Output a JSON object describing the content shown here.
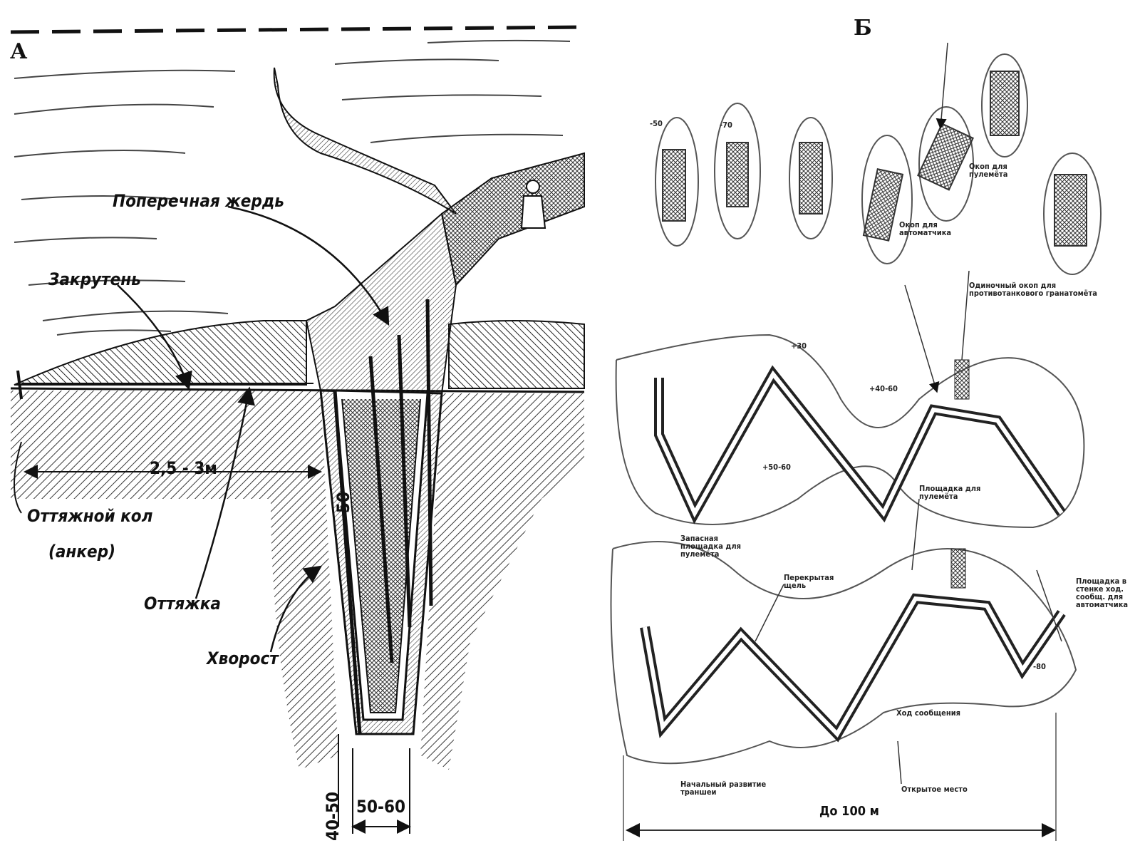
{
  "panel_a": {
    "letter": "А",
    "labels": {
      "cross_pole": "Поперечная жердь",
      "twist": "Закрутень",
      "width_dim": "2,5 - 3м",
      "anchor_line1": "Оттяжной кол",
      "anchor_line2": "(анкер)",
      "guy": "Оттяжка",
      "brushwood": "Хворост",
      "depth_50": "50",
      "bottom_depth": "40-50",
      "bottom_width": "50-60"
    }
  },
  "panel_b": {
    "letter": "Б",
    "labels": {
      "mg_cell": "Окоп для пулемёта",
      "smg_cell": "Окоп для автоматчика",
      "at_cell": "Одиночный окоп для противотанкового гранатомёта",
      "mg_niche": "Площадка для пулемёта",
      "mg_spare": "Запасная площадка для пулемёта",
      "crossing": "Перекрытая щель",
      "trench_passage": "Ход сообщения",
      "smg_niche": "Площадка в стенке ход. сообщ. для автоматчика",
      "gap_note": "Начальный развитие траншеи",
      "open_place": "Открытое место",
      "length": "До 100 м"
    },
    "dims": [
      "-50",
      "-70",
      "+40-60",
      "+50-60",
      "+30",
      "-80"
    ]
  }
}
